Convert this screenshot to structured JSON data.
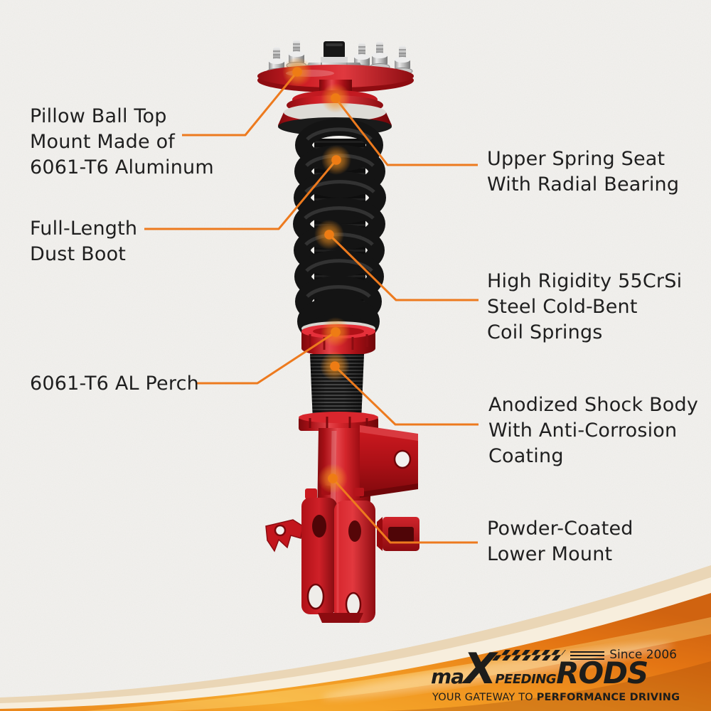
{
  "page": {
    "background_color": "#f2f1ee"
  },
  "colors": {
    "accent_orange_leader": "#ed7a1e",
    "marker_dot_orange": "#ee7c14",
    "product_red": "#c9151d",
    "spring_black": "#141414",
    "label_text": "#1f1f1f",
    "banner_orange": "#f0931f",
    "banner_tan": "#ead6b6",
    "logo_black": "#1d1d1b"
  },
  "callouts": [
    {
      "name": "pillow-ball-top-mount",
      "side": "left",
      "text": "Pillow Ball Top\nMount Made of\n6061-T6 Aluminum"
    },
    {
      "name": "upper-spring-seat",
      "side": "right",
      "text": "Upper Spring Seat\nWith Radial Bearing"
    },
    {
      "name": "dust-boot",
      "side": "left",
      "text": "Full-Length\nDust Boot"
    },
    {
      "name": "coil-springs",
      "side": "right",
      "text": "High Rigidity 55CrSi\nSteel Cold-Bent\nCoil Springs"
    },
    {
      "name": "al-perch",
      "side": "left",
      "text": "6061-T6 AL Perch"
    },
    {
      "name": "shock-body",
      "side": "right",
      "text": "Anodized Shock Body\nWith Anti-Corrosion\nCoating"
    },
    {
      "name": "lower-mount",
      "side": "right",
      "text": "Powder-Coated\nLower Mount"
    }
  ],
  "logo": {
    "since": "Since 2006",
    "brand_ma": "ma",
    "brand_x": "X",
    "brand_peeding": "peeding",
    "brand_rods": "RODS",
    "tagline_regular": "YOUR GATEWAY TO ",
    "tagline_bold": "PERFORMANCE DRIVING"
  }
}
